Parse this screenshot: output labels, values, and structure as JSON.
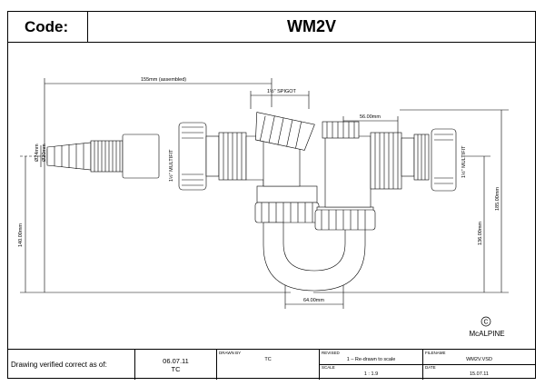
{
  "header": {
    "code_label": "Code:",
    "code_value": "WM2V"
  },
  "dimensions": {
    "overall": "155mm (assembled)",
    "spigot": "1½\" SPIGOT",
    "outlet_offset": "56.00mm",
    "bottom_width": "64.00mm",
    "left_height": "140.00mm",
    "right_height_1": "136.00mm",
    "right_height_2": "185.00mm",
    "dia_1": "Ø24mm",
    "dia_2": "Ø20mm",
    "multifit_left": "1½\" MULTIFIT",
    "multifit_right": "1½\" MULTIFIT"
  },
  "brand": {
    "copyright_symbol": "C",
    "name": "McALPINE"
  },
  "footer": {
    "verified_label": "Drawing verified  correct as of:",
    "verified_date": "06.07.11",
    "verified_initials": "TC",
    "drawn_by_label": "DRAWN BY",
    "drawn_by": "TC",
    "revised_label": "REVISED",
    "revised": "1 – Re-drawn to scale",
    "scale_label": "SCALE",
    "scale": "1 : 1.9",
    "filename_label": "FILENAME",
    "filename": "WM2V.VSD",
    "date_label": "DATE",
    "date": "15.07.11"
  }
}
